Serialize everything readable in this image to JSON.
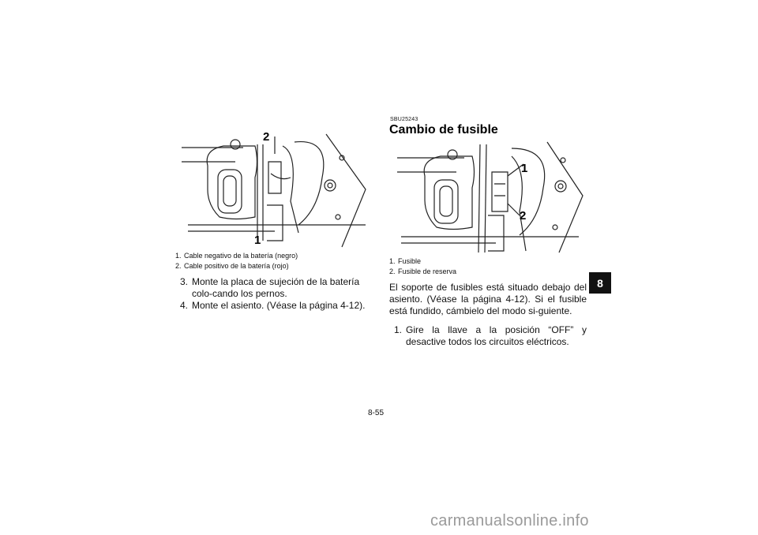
{
  "left": {
    "figure_callouts": [
      "2",
      "1"
    ],
    "legend": [
      {
        "num": "1.",
        "text": "Cable negativo de la batería (negro)"
      },
      {
        "num": "2.",
        "text": "Cable positivo de la batería (rojo)"
      }
    ],
    "steps": [
      {
        "num": "3.",
        "text": "Monte la placa de sujeción de la batería colo-cando los pernos."
      },
      {
        "num": "4.",
        "text": "Monte el asiento. (Véase la página 4-12)."
      }
    ]
  },
  "right": {
    "code": "SBU25243",
    "title": "Cambio de fusible",
    "figure_callouts": [
      "1",
      "2"
    ],
    "legend": [
      {
        "num": "1.",
        "text": "Fusible"
      },
      {
        "num": "2.",
        "text": "Fusible de reserva"
      }
    ],
    "paragraph": "El soporte de fusibles está situado debajo del asiento. (Véase la página 4-12). Si el fusible está fundido, cámbielo del modo si-guiente.",
    "steps": [
      {
        "num": "1.",
        "text": "Gire la llave a la posición “OFF” y desactive todos los circuitos eléctricos."
      }
    ]
  },
  "chapter_tab": "8",
  "page_number": "8-55",
  "footer": "carmanualsonline.info"
}
